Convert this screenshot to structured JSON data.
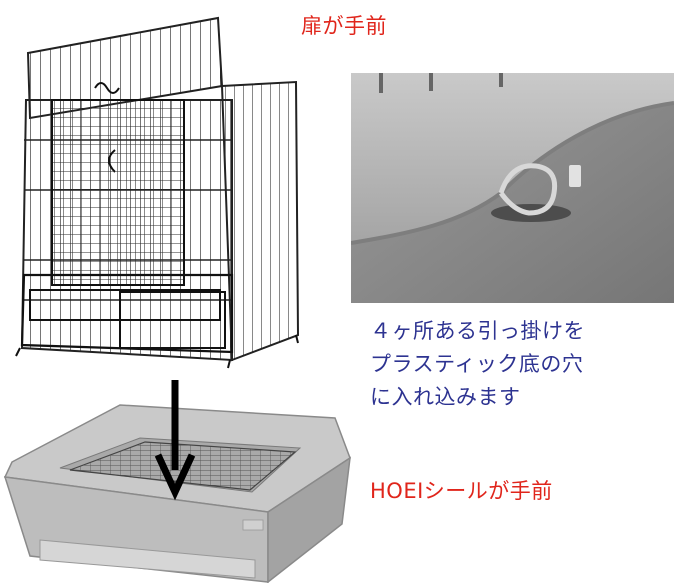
{
  "captions": {
    "door_front": "扉が手前",
    "hook_instructions": [
      "４ヶ所ある引っ掛けを",
      "プラスティック底の穴",
      "に入れ込みます"
    ],
    "hoei_seal_front": "HOEIシールが手前"
  },
  "colors": {
    "red_text": "#e0251b",
    "blue_text": "#2d3391",
    "arrow": "#000000"
  }
}
